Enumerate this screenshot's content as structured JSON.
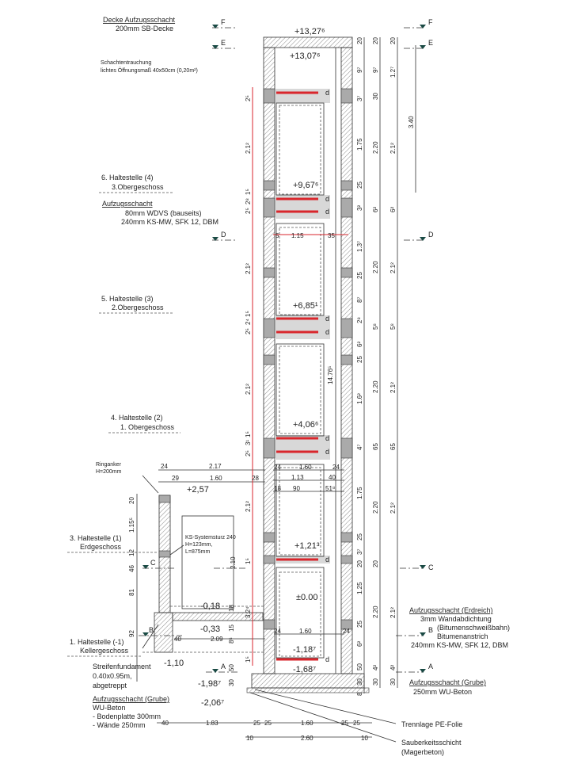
{
  "colors": {
    "line": "#333333",
    "red": "#d9262c",
    "slab": "#d8d8d8",
    "block": "#aaaaaa"
  },
  "notes": {
    "ceiling_title": "Decke Aufzugsschacht",
    "ceiling_spec": "200mm SB-Decke",
    "smoke_title": "Schachtentrauchung",
    "smoke_spec": "lichtes Öffnungsmaß 40x50cm (0,20m²)",
    "stop6_a": "6.  Haltestelle (4)",
    "stop6_b": "3.Obergeschoss",
    "shaft_title": "Aufzugsschacht",
    "shaft_l1": "80mm  WDVS (bauseits)",
    "shaft_l2": "240mm  KS-MW, SFK 12, DBM",
    "stop5_a": "5.  Haltestelle (3)",
    "stop5_b": "2.Obergeschoss",
    "stop4_a": "4.  Haltestelle (2)",
    "stop4_b": "1. Obergeschoss",
    "ring_a": "Ringanker",
    "ring_b": "H=200mm",
    "stop3_a": "3.  Haltestelle (1)",
    "stop3_b": "Erdgeschoss",
    "lintel_a": "KS-Systemsturz 240",
    "lintel_b": "H=123mm,",
    "lintel_c": "L=875mm",
    "stop1_a": "1.  Haltestelle (-1)",
    "stop1_b": "Kellergeschoss",
    "found_a": "Streifenfundament",
    "found_b": "0.40x0.95m,",
    "found_c": "abgetreppt",
    "pit_title": "Aufzugsschacht (Grube)",
    "pit_l1": "WU-Beton",
    "pit_l2": "- Bodenplatte  300mm",
    "pit_l3": "- Wände  250mm",
    "soil_title": "Aufzugsschacht (Erdreich)",
    "soil_l1": "3mm Wandabdichtung",
    "soil_l2": "(Bitumenschweißbahn)",
    "soil_l3": "Bitumenanstrich",
    "soil_l4": "240mm KS-MW, SFK 12, DBM",
    "pit2_title": "Aufzugsschacht (Grube)",
    "pit2_l1": "250mm WU-Beton",
    "pe": "Trennlage PE-Folie",
    "clean_a": "Sauberkeitsschicht",
    "clean_b": "(Magerbeton)"
  },
  "sections": {
    "F": "F",
    "E": "E",
    "D": "D",
    "C": "C",
    "B": "B",
    "A": "A"
  },
  "elevations": [
    "+13,27⁶",
    "+13,07⁶",
    "+9,67⁶",
    "+6,85¹",
    "+4,06⁶",
    "+1,21³",
    "±0.00",
    "-1,18⁷",
    "-1,68⁷",
    "+2,57",
    "-0,18",
    "-0,33",
    "-1,10",
    "-1,98⁷",
    "-2,06⁷"
  ],
  "marker_d": "d",
  "dims_right1": [
    "20",
    "9⁷",
    "3⁷",
    "1.75",
    "25",
    "3²",
    "1.3⁷",
    "25",
    "8⁷",
    "2⁸",
    "6²",
    "25",
    "1.6²",
    "4⁷",
    "1.75",
    "25",
    "3⁷",
    "20",
    "1.25",
    "25",
    "6²",
    "50",
    "30",
    "8"
  ],
  "dims_right2": [
    "20",
    "9⁷",
    "30",
    "2.20",
    "6²",
    "2.20",
    "5⁸",
    "2.20",
    "65",
    "2.20",
    "20",
    "2.20",
    "4²",
    "30"
  ],
  "dims_right3": [
    "20",
    "1.2⁷",
    "2.1²",
    "6²",
    "2.1²",
    "5⁸",
    "2.1²",
    "65",
    "2.1²",
    "2.1²",
    "4²",
    "30"
  ],
  "dims_right4": "3.40",
  "dims_red": [
    "2⁵",
    "2.1²",
    "2⁵",
    "2⁸",
    "1⁵",
    "2.1²",
    "2⁵",
    "2⁴",
    "1⁵",
    "2.1²",
    "2⁵",
    "3¹",
    "1⁵",
    "2.1²",
    "1⁵",
    "3.2⁴",
    "1⁵"
  ],
  "dims_inner": [
    "1.15",
    "35",
    "5",
    "14.76⁵",
    "24",
    "1.60",
    "24",
    "1.13",
    "40",
    "18",
    "90",
    "51⁸",
    "24",
    "1.60",
    "24"
  ],
  "dims_annex": [
    "24",
    "2.17",
    "29",
    "1.60",
    "28",
    "20",
    "1.15⁵",
    "12",
    "46",
    "81",
    "92",
    "2.10",
    "18",
    "15",
    "40",
    "2.09",
    "8⁵",
    "50",
    "30"
  ],
  "dims_bottom": [
    "40",
    "1.83",
    "25",
    "25",
    "1.60",
    "25",
    "25",
    "10",
    "2.60",
    "10"
  ]
}
